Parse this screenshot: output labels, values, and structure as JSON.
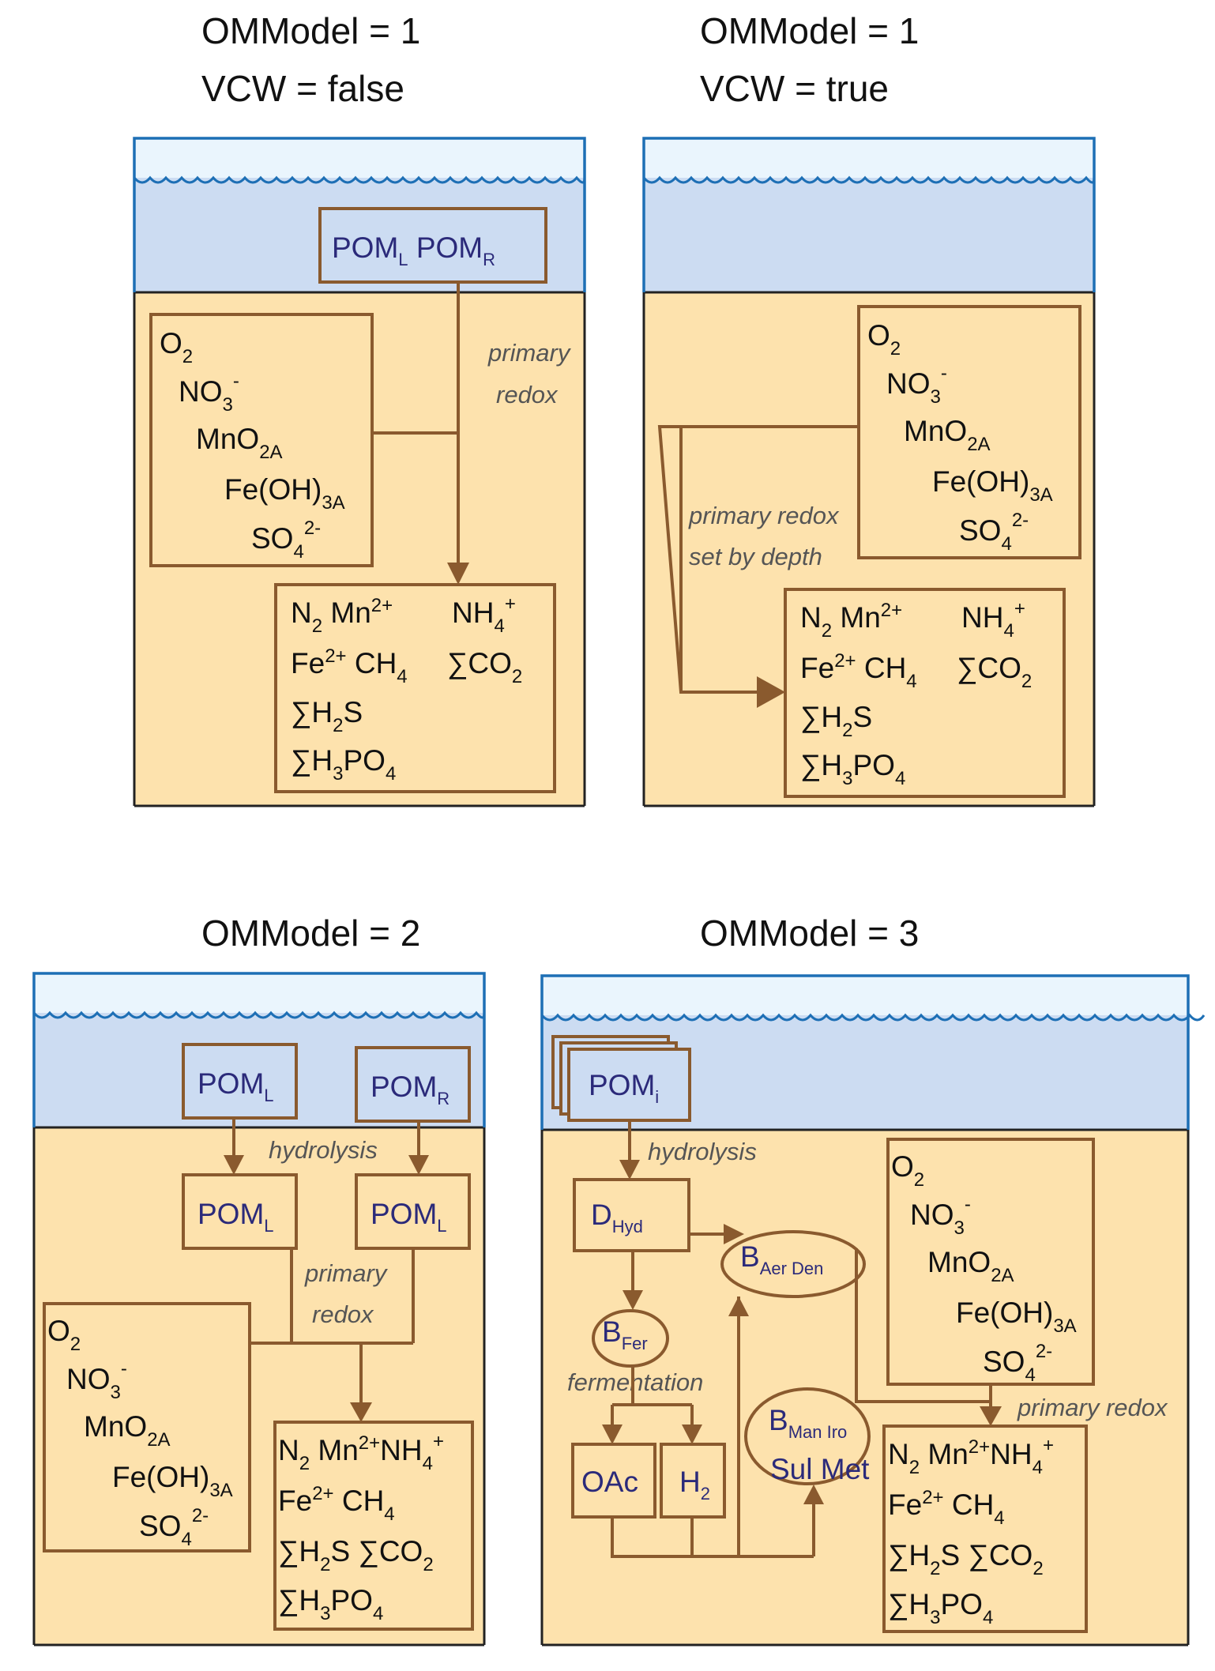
{
  "panels": {
    "p1": {
      "title1": "OMModel = 1",
      "title2": "VCW = false",
      "pom_l_base": "POM",
      "pom_l_sub": "L",
      "pom_r_base": "POM",
      "pom_r_sub": "R",
      "label_primary": "primary",
      "label_redox": "redox"
    },
    "p2": {
      "title1": "OMModel = 1",
      "title2": "VCW = true",
      "label_line1": "primary redox",
      "label_line2": "set by depth"
    },
    "p3": {
      "title1": "OMModel = 2",
      "pom_l_base": "POM",
      "pom_l_sub": "L",
      "pom_r_base": "POM",
      "pom_r_sub": "R",
      "pom_l2_base": "POM",
      "pom_l2_sub": "L",
      "pom_l3_base": "POM",
      "pom_l3_sub": "L",
      "label_hydrolysis": "hydrolysis",
      "label_primary": "primary",
      "label_redox": "redox"
    },
    "p4": {
      "title1": "OMModel = 3",
      "pom_i_base": "POM",
      "pom_i_sub": "i",
      "dhyd_base": "D",
      "dhyd_sub": "Hyd",
      "bfer_base": "B",
      "bfer_sub": "Fer",
      "baer_base": "B",
      "baer_sub": "Aer Den",
      "bman_base": "B",
      "bman_sub": "Man Iro",
      "bman_sub2": "Sul Met",
      "oac": "OAc",
      "h2_base": "H",
      "h2_sub": "2",
      "label_hydrolysis": "hydrolysis",
      "label_fermentation": "fermentation",
      "label_primary_redox": "primary redox"
    }
  },
  "oxidants": {
    "o2_base": "O",
    "o2_sub": "2",
    "no3_base": "NO",
    "no3_sub": "3",
    "no3_sup": "-",
    "mno2_base": "MnO",
    "mno2_sub": "2A",
    "feoh_base": "Fe(OH)",
    "feoh_sub": "3A",
    "so4_base": "SO",
    "so4_sub": "4",
    "so4_sup": "2-"
  },
  "products": {
    "n2_base": "N",
    "n2_sub": "2",
    "mn_base": "Mn",
    "mn_sup": "2+",
    "nh4_base": "NH",
    "nh4_sub": "4",
    "nh4_sup": "+",
    "fe_base": "Fe",
    "fe_sup": "2+",
    "ch4_base": "CH",
    "ch4_sub": "4",
    "co2_base": "∑CO",
    "co2_sub": "2",
    "h2s_a": "∑H",
    "h2s_sub": "2",
    "h2s_b": "S",
    "h3po4_a": "∑H",
    "h3po4_sub1": "3",
    "h3po4_b": "PO",
    "h3po4_sub2": "4"
  }
}
